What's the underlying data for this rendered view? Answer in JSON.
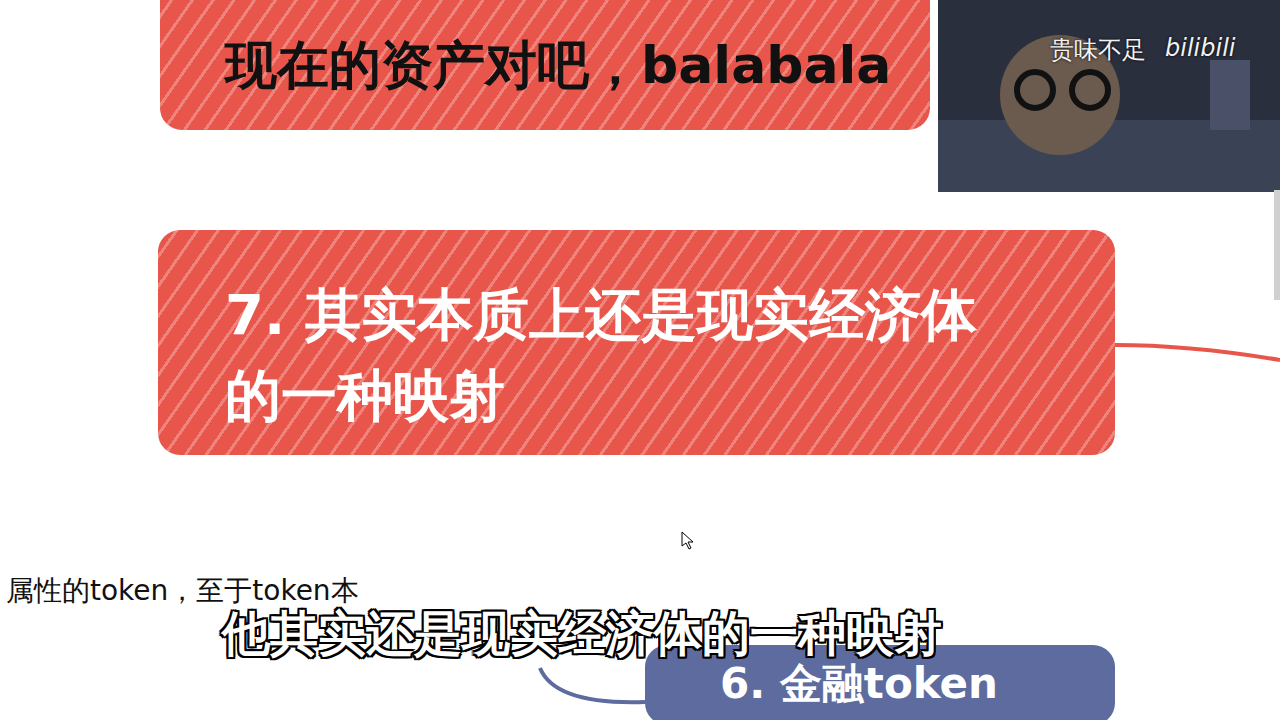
{
  "diagram": {
    "nodes": [
      {
        "text": [
          "现在的资产对吧，balabala"
        ]
      },
      {
        "text": [
          "7. 其实本质上还是现实经济体的一种映射"
        ]
      },
      {
        "text": [
          "6. 金融token"
        ]
      }
    ],
    "labels": [
      "贵味不足",
      "bilibili",
      "属性的token，至于token本",
      "他其实还是现实经济体的一种映射"
    ]
  }
}
